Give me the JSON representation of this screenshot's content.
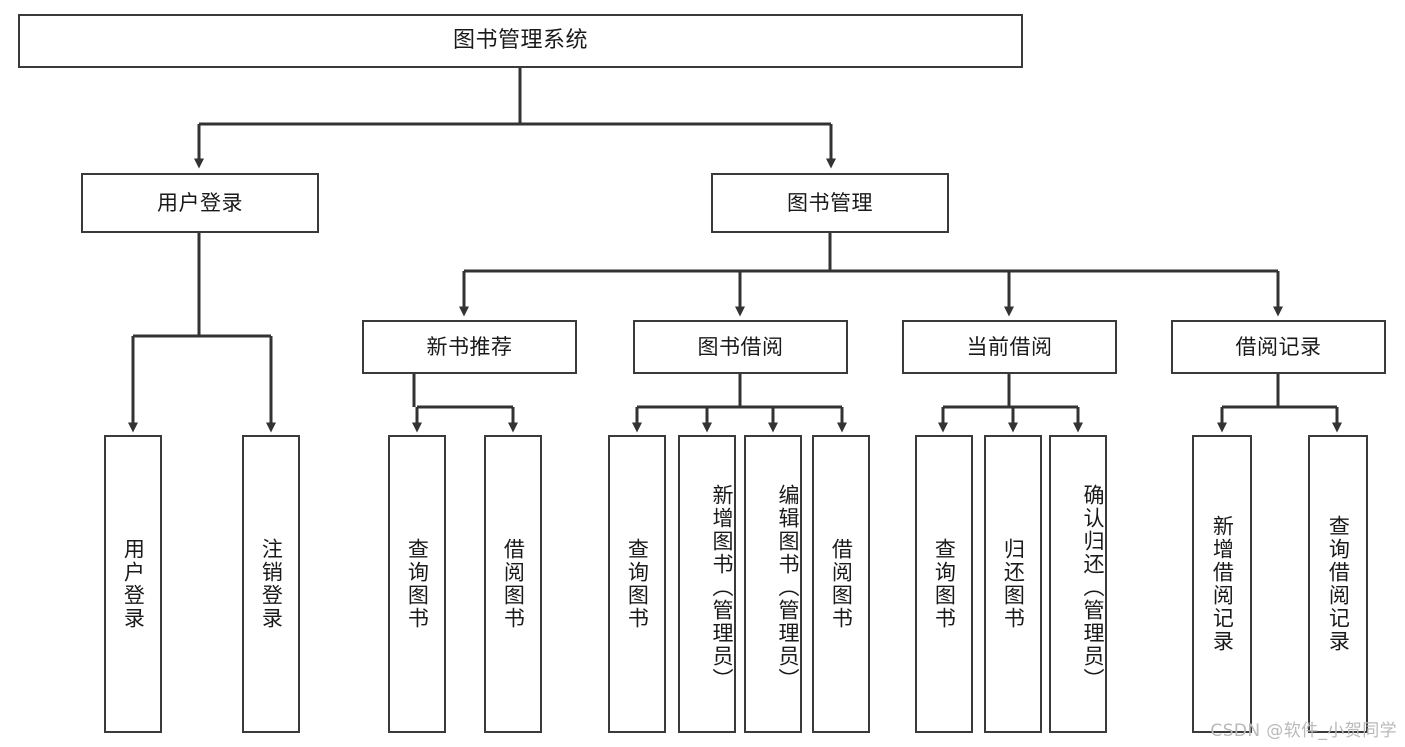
{
  "diagram": {
    "title": "图书管理系统",
    "type": "tree",
    "watermark": "CSDN @软件_小贺同学",
    "line_color": "#3a3a3a",
    "box_fill": "#ffffff",
    "text_color": "#1a1a1a"
  },
  "nodes": {
    "root": {
      "label": "图书管理系统"
    },
    "level1": [
      {
        "label": "用户登录"
      },
      {
        "label": "图书管理"
      }
    ],
    "level2": [
      {
        "label": "新书推荐"
      },
      {
        "label": "图书借阅"
      },
      {
        "label": "当前借阅"
      },
      {
        "label": "借阅记录"
      }
    ],
    "leaves": {
      "user_login": [
        {
          "label": "用户登录"
        },
        {
          "label": "注销登录"
        }
      ],
      "new_book": [
        {
          "label": "查询图书"
        },
        {
          "label": "借阅图书"
        }
      ],
      "borrow": [
        {
          "label": "查询图书"
        },
        {
          "label": "新增图书（管理员）"
        },
        {
          "label": "编辑图书（管理员）"
        },
        {
          "label": "借阅图书"
        }
      ],
      "current": [
        {
          "label": "查询图书"
        },
        {
          "label": "归还图书"
        },
        {
          "label": "确认归还（管理员）"
        }
      ],
      "records": [
        {
          "label": "新增借阅记录"
        },
        {
          "label": "查询借阅记录"
        }
      ]
    }
  }
}
